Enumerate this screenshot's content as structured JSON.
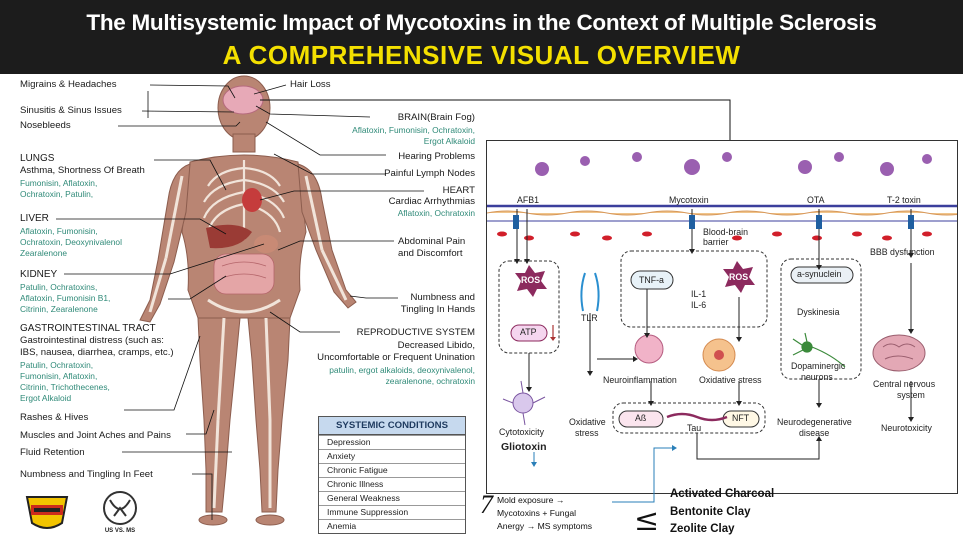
{
  "title": "The Multisystemic Impact of Mycotoxins in the Context of Multiple Sclerosis",
  "subtitle": "A COMPREHENSIVE VISUAL OVERVIEW",
  "left_labels": {
    "migraines": "Migrains & Headaches",
    "sinusitis": "Sinusitis & Sinus Issues",
    "nosebleeds": "Nosebleeds",
    "lungs_head": "LUNGS",
    "lungs_desc": "Asthma, Shortness Of Breath",
    "lungs_tox1": "Fumonisin, Aflatoxin,",
    "lungs_tox2": "Ochratoxin, Patulin,",
    "liver_head": "LIVER",
    "liver_tox1": "Aflatoxin, Fumonisin,",
    "liver_tox2": "Ochratoxin, Deoxynivalenol",
    "liver_tox3": "Zearalenone",
    "kidney_head": "KIDNEY",
    "kidney_tox1": "Patulin, Ochratoxins,",
    "kidney_tox2": "Aflatoxin, Fumonisin B1,",
    "kidney_tox3": "Citrinin, Zearalenone",
    "gi_head": "GASTROINTESTINAL TRACT",
    "gi_desc1": "Gastrointestinal distress (such as:",
    "gi_desc2": "IBS, nausea, diarrhea, cramps, etc.)",
    "gi_tox1": "Patulin, Ochratoxin,",
    "gi_tox2": "Fumonisin, Aflatoxin,",
    "gi_tox3": "Citrinin, Trichothecenes,",
    "gi_tox4": "Ergot Alkaloid",
    "rashes": "Rashes & Hives",
    "muscles": "Muscles and Joint Aches and Pains",
    "fluid": "Fluid Retention",
    "feet": "Numbness and Tingling In Feet"
  },
  "right_labels": {
    "hair": "Hair Loss",
    "brain_head": "BRAIN(Brain Fog)",
    "brain_tox1": "Aflatoxin, Fumonisin, Ochratoxin,",
    "brain_tox2": "Ergot Alkaloid",
    "hearing": "Hearing Problems",
    "lymph": "Painful Lymph Nodes",
    "heart_head": "HEART",
    "heart_desc": "Cardiac Arrhythmias",
    "heart_tox": "Aflatoxin, Ochratoxin",
    "abdominal1": "Abdominal Pain",
    "abdominal2": "and Discomfort",
    "numb_hands1": "Numbness and",
    "numb_hands2": "Tingling In Hands",
    "repro_head": "REPRODUCTIVE SYSTEM",
    "repro_desc1": "Decreased Libido,",
    "repro_desc2": "Uncomfortable or Frequent Unination",
    "repro_tox1": "patulin, ergot alkaloids, deoxynivalenol,",
    "repro_tox2": "zearalenone, ochratoxin"
  },
  "systemic_conditions": {
    "header": "SYSTEMIC CONDITIONS",
    "items": [
      "Depression",
      "Anxiety",
      "Chronic Fatigue",
      "Chronic Illness",
      "General Weakness",
      "Immune Suppression",
      "Anemia"
    ]
  },
  "panel": {
    "afb1": "AFB1",
    "mycotoxin": "Mycotoxin",
    "ota": "OTA",
    "t2": "T-2 toxin",
    "bbb1": "Blood-brain",
    "bbb2": "barrier",
    "ros1": "ROS",
    "atp": "ATP",
    "tlr": "TLR",
    "tnf": "TNF-a",
    "il1": "IL-1",
    "il6": "IL-6",
    "ros2": "ROS",
    "asyn": "a-synuclein",
    "dysk": "Dyskinesia",
    "bbb_dys": "BBB dysfunction",
    "cytotox": "Cytotoxicity",
    "gliotoxin": "Gliotoxin",
    "neuroinfl": "Neuroinflammation",
    "oxstress1": "Oxidative stress",
    "oxstress2a": "Oxidative",
    "oxstress2b": "stress",
    "dopa1": "Dopaminergic",
    "dopa2": "neurons",
    "cns1": "Central nervous",
    "cns2": "system",
    "abeta": "Aß",
    "tau": "Tau",
    "nft": "NFT",
    "neurodeg1": "Neurodegenerative",
    "neurodeg2": "disease",
    "neurotox": "Neurotoxicity"
  },
  "notes": {
    "seven": "7",
    "line1": "Mold exposure →",
    "line2": "Mycotoxins + Fungal",
    "line3": "Anergy →  MS symptoms",
    "leq": "≤"
  },
  "remedies": [
    "Activated Charcoal",
    "Bentonite Clay",
    "Zeolite Clay"
  ],
  "logos": {
    "logo2_text": "US VS. MS"
  },
  "colors": {
    "header_bg": "#1c1c1c",
    "title_white": "#ffffff",
    "subtitle_yellow": "#f4e000",
    "toxin_teal": "#2f8a78",
    "ros_purple": "#8c2a5e",
    "table_head": "#c6d9ee"
  }
}
